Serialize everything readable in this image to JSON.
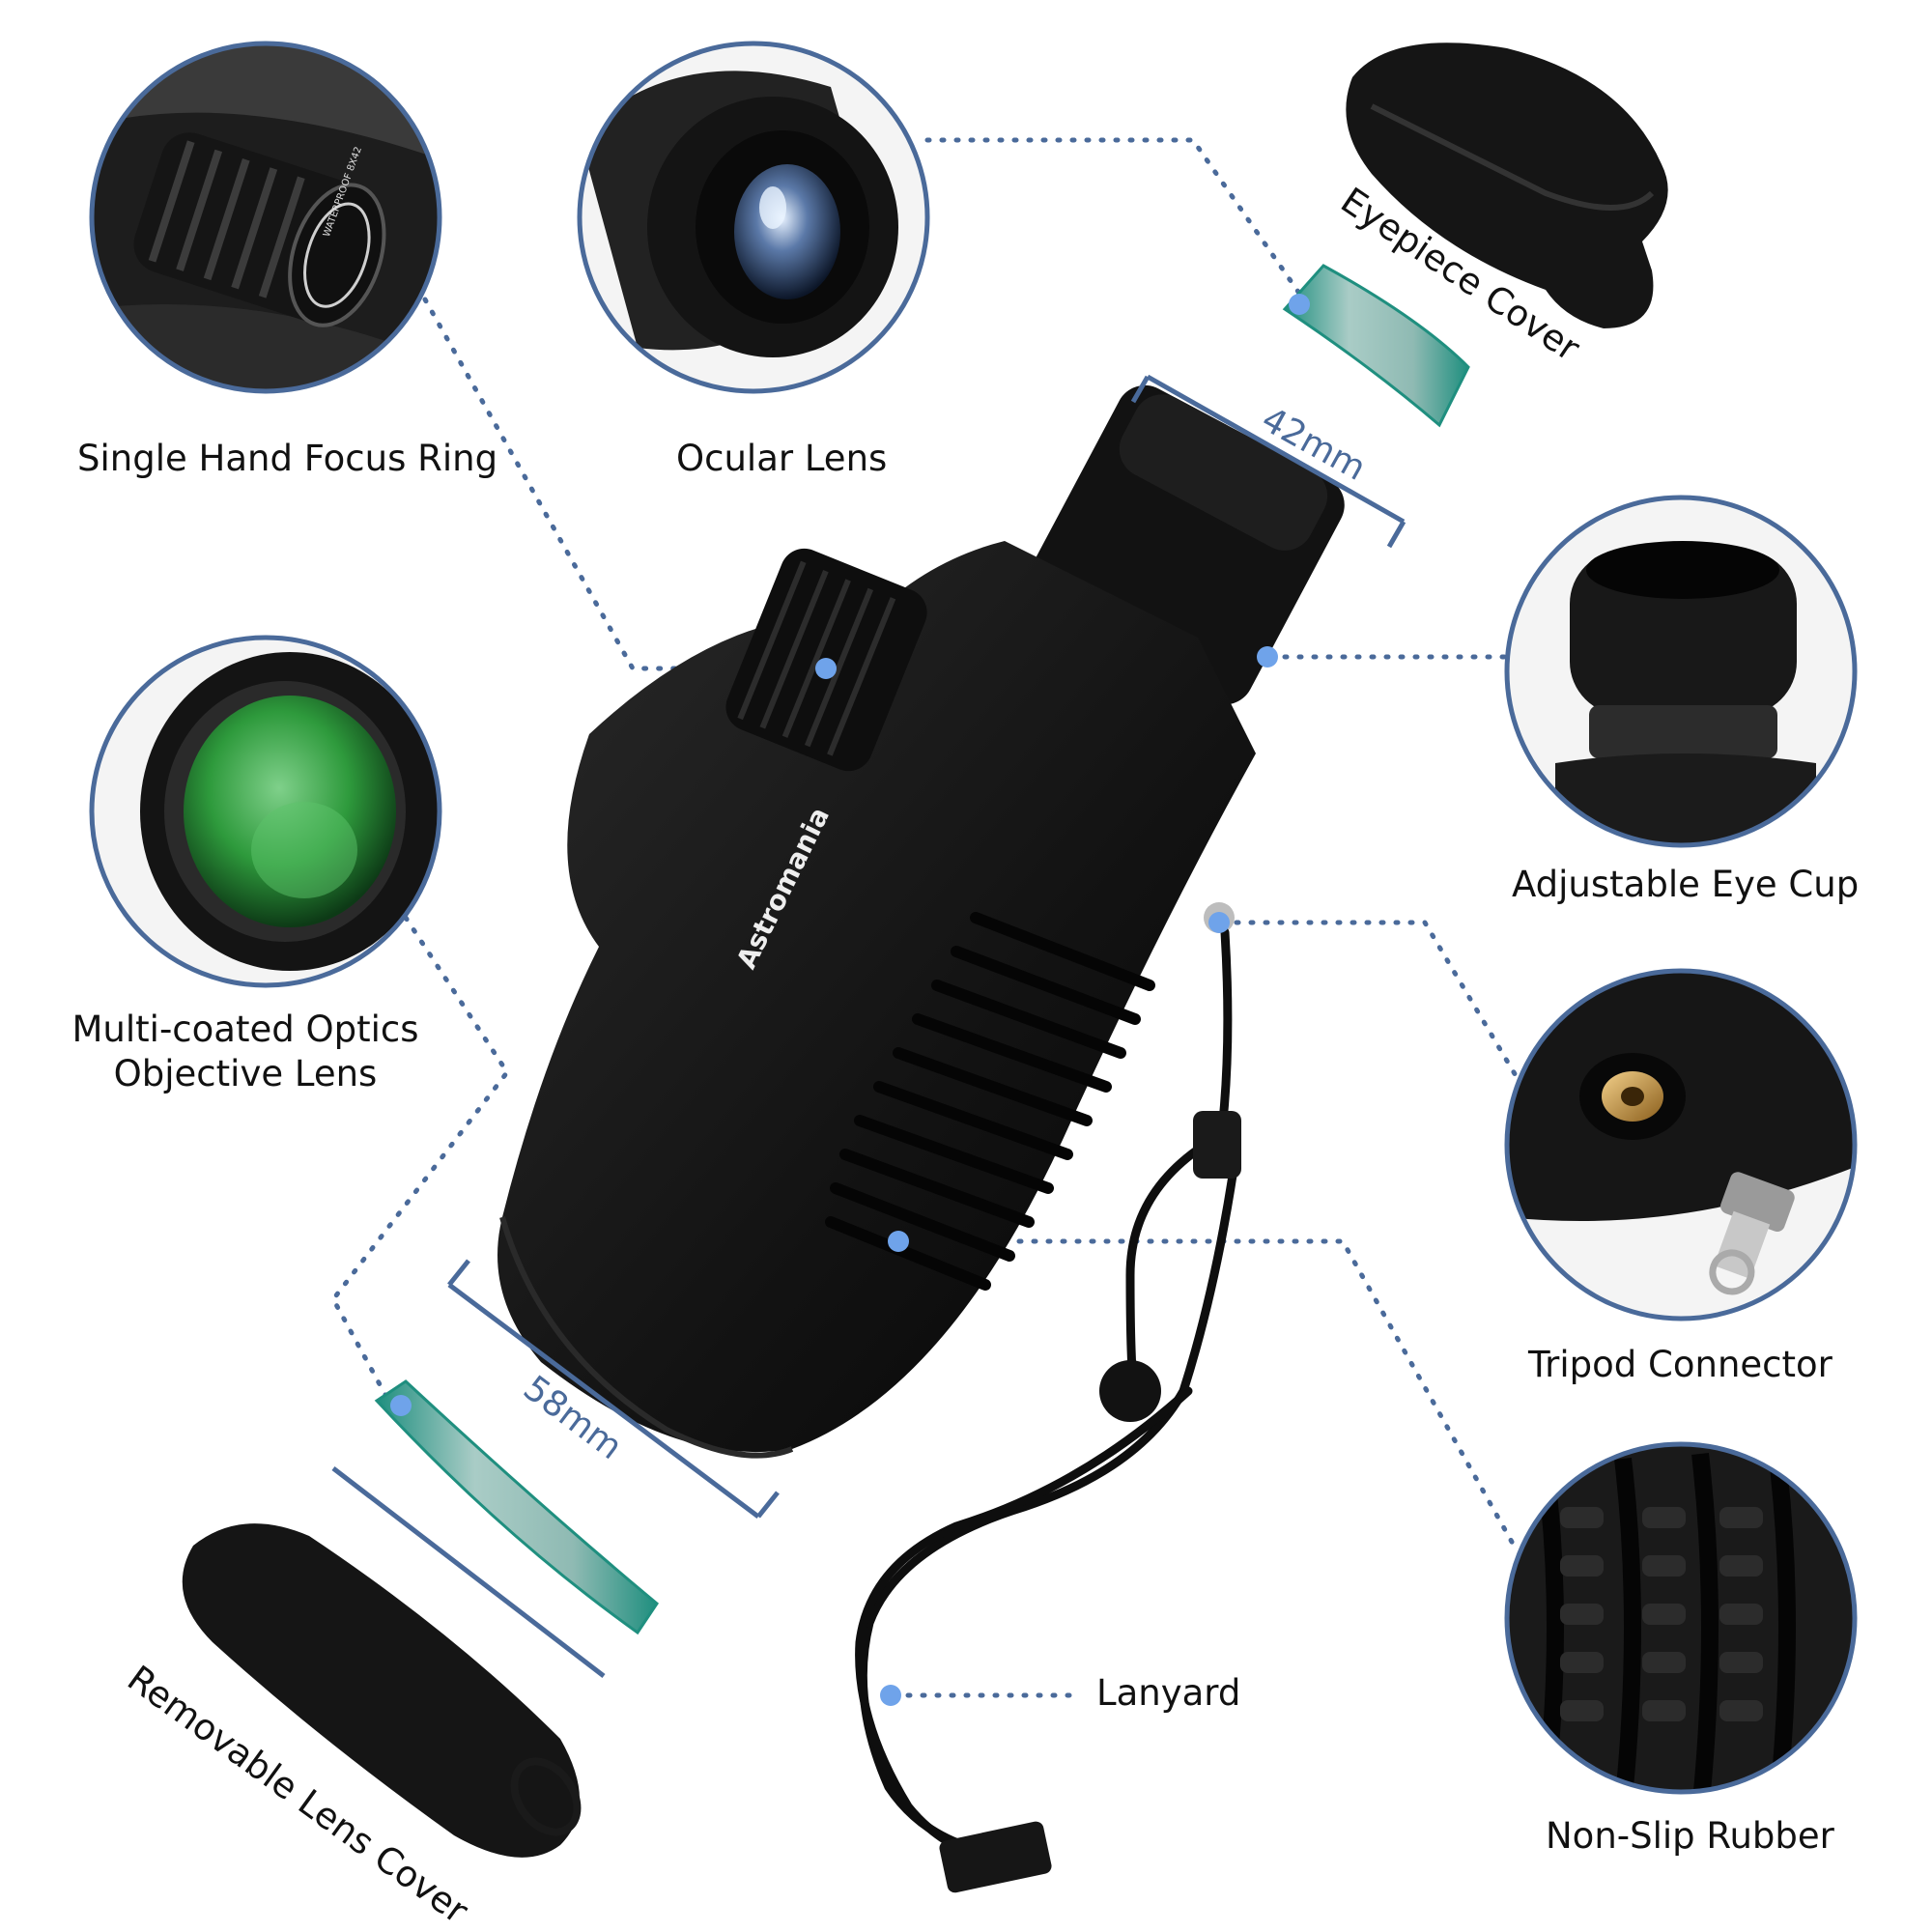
{
  "labels": {
    "focus_ring": "Single Hand Focus Ring",
    "ocular_lens": "Ocular Lens",
    "eyepiece_cover": "Eyepiece Cover",
    "eye_cup": "Adjustable Eye Cup",
    "objective_line1": "Multi-coated Optics",
    "objective_line2": "Objective Lens",
    "tripod": "Tripod Connector",
    "lanyard": "Lanyard",
    "rubber": "Non-Slip Rubber",
    "lens_cover": "Removable Lens Cover"
  },
  "dimensions": {
    "eyepiece": "42mm",
    "objective": "58mm"
  },
  "brand": "Astromania",
  "knob_text": "WATERPROOF 8X42",
  "colors": {
    "frame_blue": "#4a6a9a",
    "dot_blue": "#6fa3ea",
    "body_black": "#141414",
    "lens_green": "#2e9a3c",
    "glass_teal": "#1f8f7f"
  }
}
